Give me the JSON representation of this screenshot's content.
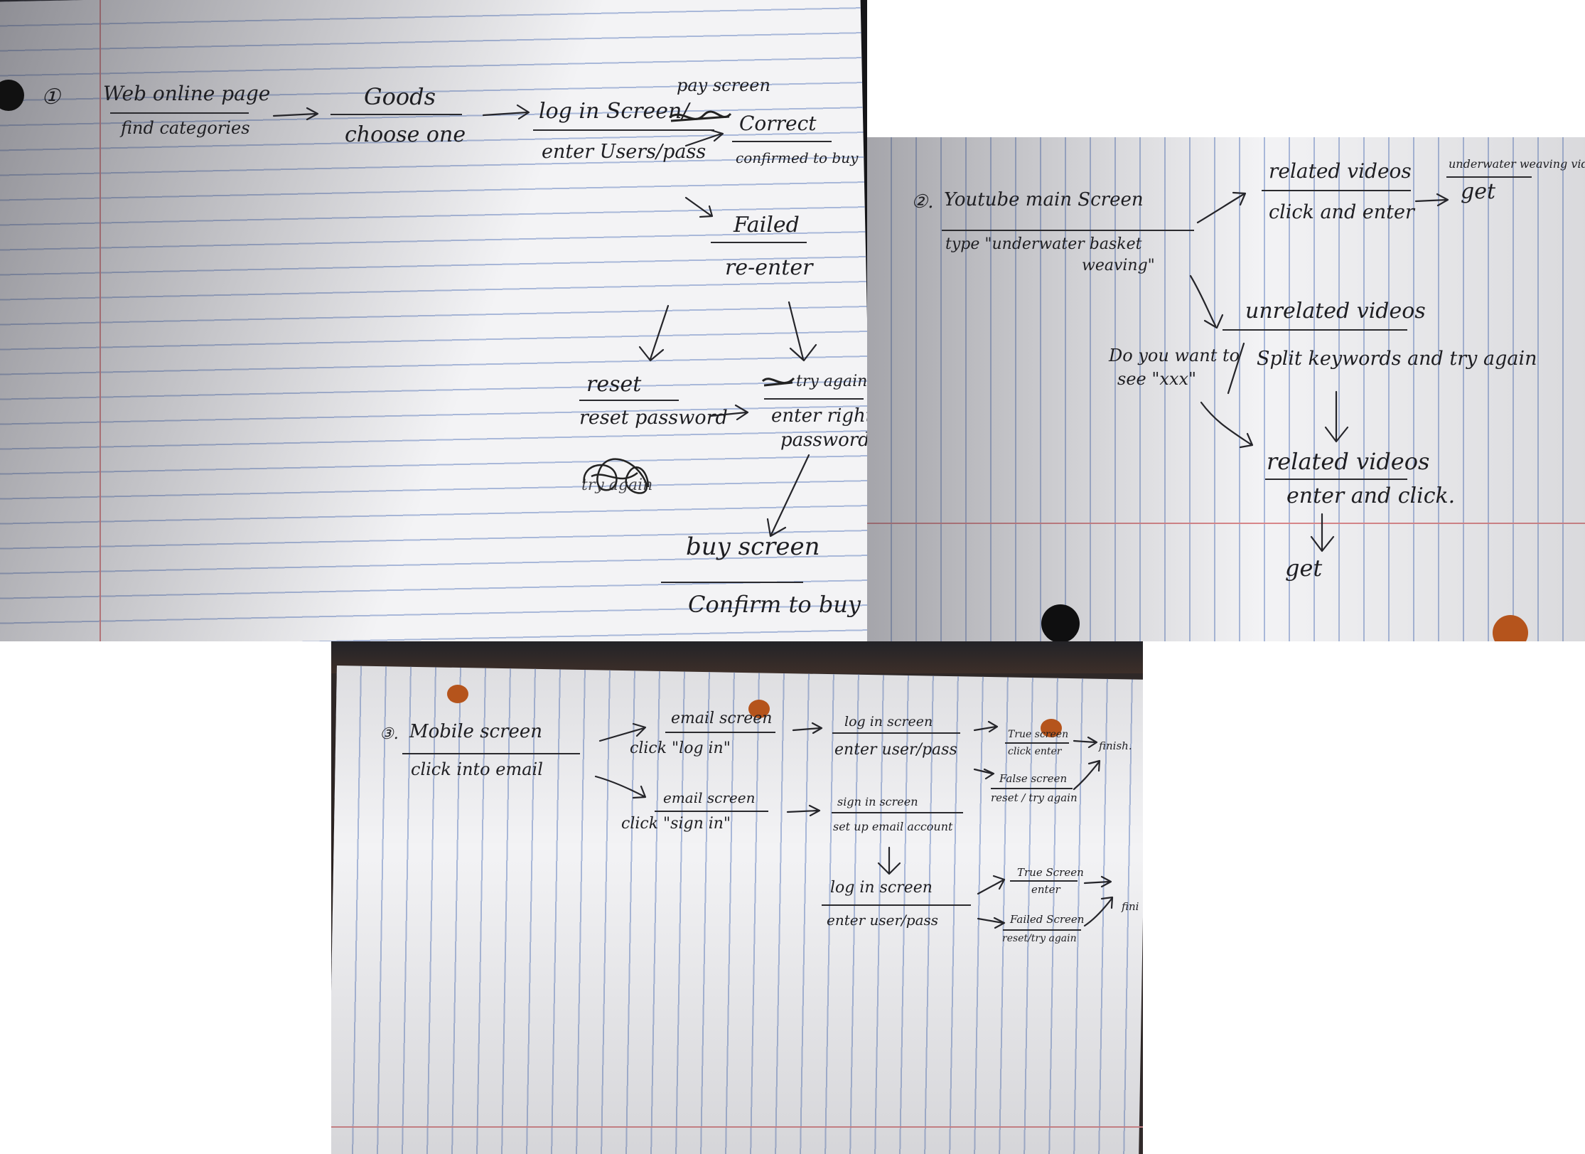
{
  "photo1": {
    "number": "①",
    "web_online_page": "Web online page",
    "find_categories": "find categories",
    "goods": "Goods",
    "choose_one": "choose one",
    "pay_screen": "pay screen",
    "log_in_screen": "log in Screen/",
    "enter_users_pass": "enter Users/pass",
    "correct": "Correct",
    "confirmed_to_buy": "confirmed to buy",
    "failed": "Failed",
    "re_enter": "re-enter",
    "reset": "reset",
    "reset_password": "reset password",
    "try_again": "try again",
    "enter_right": "enter right",
    "password": "password.",
    "try_again_crossed": "try again",
    "buy_screen": "buy screen",
    "confirm_to_buy": "Confirm to buy"
  },
  "photo2": {
    "number": "②.",
    "youtube_main_screen": "Youtube main Screen",
    "type_query": "type \"underwater basket",
    "weaving": "weaving\"",
    "related_videos": "related videos",
    "click_and_enter": "click and enter",
    "underwater_videos": "underwater weaving videos",
    "get": "get",
    "unrelated_videos": "unrelated videos",
    "do_you_want_to": "Do you want to",
    "see_xxx": "see \"xxx\"",
    "split_keywords": "Split keywords and try again",
    "related_videos_2": "related videos",
    "enter_and_click": "enter and click.",
    "get_2": "get"
  },
  "photo3": {
    "number": "③.",
    "mobile_screen": "Mobile screen",
    "click_into_email": "click into email",
    "email_screen_1": "email screen",
    "click_log_in": "click \"log in\"",
    "log_in_screen_1": "log in screen",
    "enter_user_pass_1": "enter user/pass",
    "true_screen_1": "True screen",
    "click_enter": "click enter",
    "finish_1": "finish.",
    "false_screen": "False screen",
    "reset_try_again_1": "reset / try again",
    "email_screen_2": "email screen",
    "click_sign_in": "click \"sign in\"",
    "sign_in_screen": "sign in screen",
    "set_up_email_account": "set up email account",
    "log_in_screen_2": "log in screen",
    "enter_user_pass_2": "enter user/pass",
    "true_screen_2": "True Screen",
    "enter": "enter",
    "finish_2": "fini",
    "failed_screen": "Failed Screen",
    "reset_try_again_2": "reset/try again"
  },
  "colors": {
    "paper": "#f3f3f5",
    "rule_line": "#a9b8d9",
    "margin_line": "#d9878a",
    "ink": "#1e1e22",
    "desk_dark": "#1b1b1e",
    "desk_orange": "#b5541c"
  }
}
